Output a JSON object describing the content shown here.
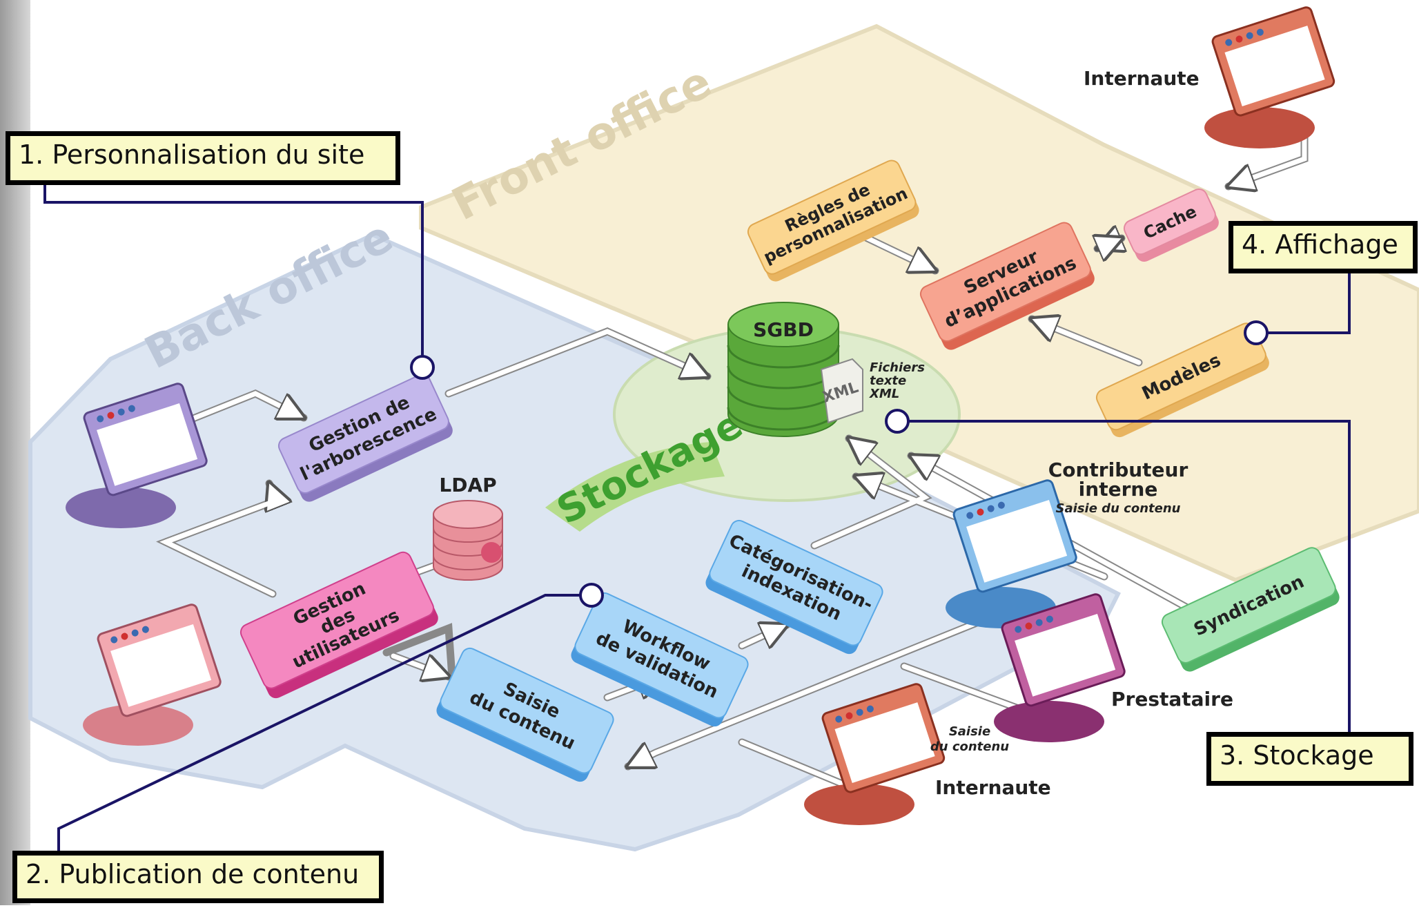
{
  "zones": {
    "front_office": "Front office",
    "back_office": "Back office",
    "storage": "Stockage"
  },
  "nodes": {
    "regles": [
      "Règles de",
      "personnalisation"
    ],
    "cache": "Cache",
    "serveur": [
      "Serveur",
      "d’applications"
    ],
    "modeles": "Modèles",
    "sgbd": "SGBD",
    "fichiers": [
      "Fichiers",
      "texte",
      "XML"
    ],
    "xml_doc": "XML",
    "gestion_arbo": [
      "Gestion de",
      "l'arborescence"
    ],
    "ldap": "LDAP",
    "gestion_users": [
      "Gestion",
      "des",
      "utilisateurs"
    ],
    "workflow": [
      "Workflow",
      "de validation"
    ],
    "categorisation": [
      "Catégorisation-",
      "indexation"
    ],
    "saisie": [
      "Saisie",
      "du contenu"
    ],
    "syndication": "Syndication"
  },
  "actors": {
    "internaute_top": "Internaute",
    "contributeur": "Contributeur",
    "contributeur_2": "interne",
    "contributeur_sub": "Saisie du contenu",
    "prestataire": "Prestataire",
    "prestataire_note": [
      "Saisie",
      "du contenu"
    ],
    "internaute_bottom": "Internaute"
  },
  "callouts": {
    "c1": "1. Personnalisation du site",
    "c2": "2. Publication de contenu",
    "c3": "3. Stockage",
    "c4": "4. Affichage"
  },
  "colors": {
    "front_office_zone": "#f8efd4",
    "back_office_zone": "#dde6f2",
    "storage_zone": "#c8e6a8",
    "callout_fill": "#fafac8",
    "callout_line": "#1a1466"
  }
}
